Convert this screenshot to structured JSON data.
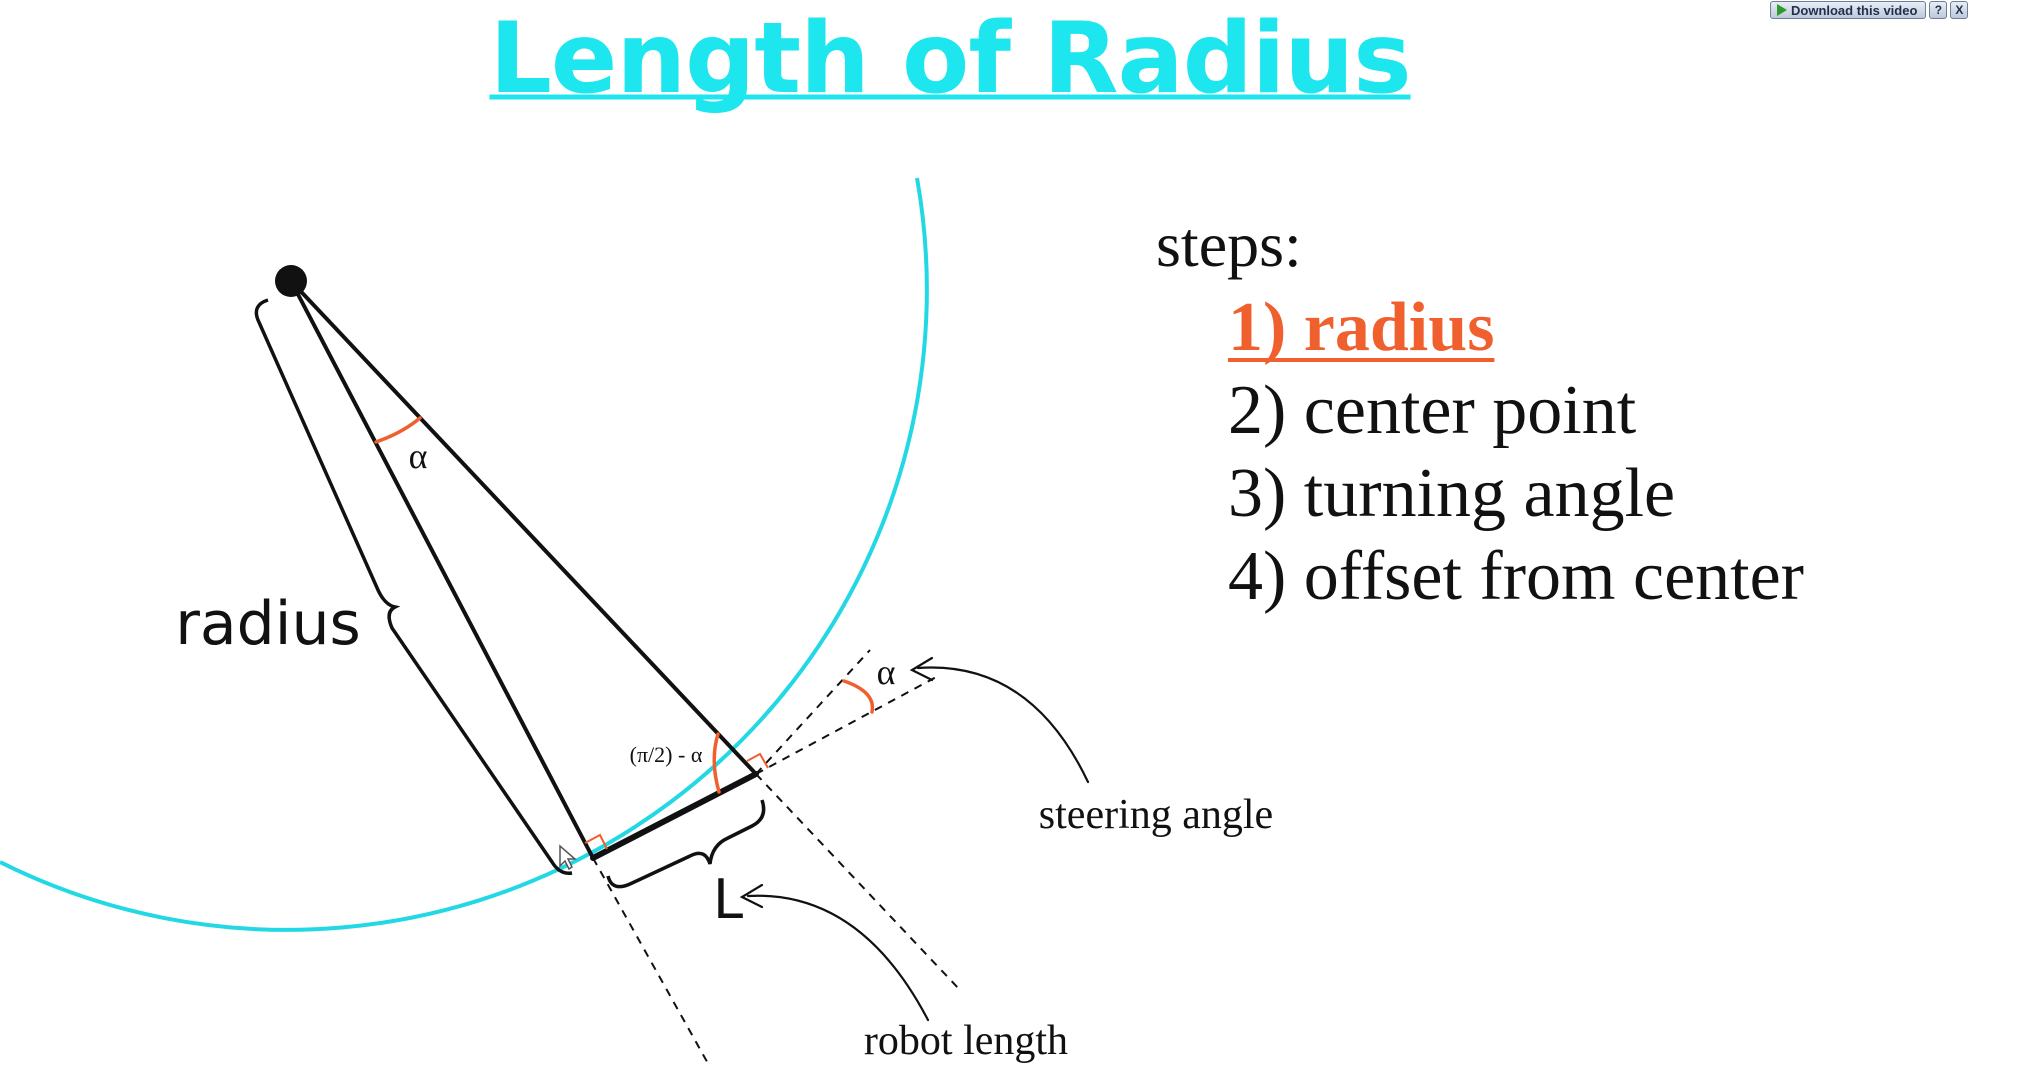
{
  "title": "Length of Radius",
  "colors": {
    "title": "#1de6ef",
    "circle": "#22d8e4",
    "highlight": "#f0602e",
    "ink": "#111111"
  },
  "steps": {
    "heading": "steps:",
    "items": [
      {
        "label": "1) radius",
        "active": true
      },
      {
        "label": "2) center point",
        "active": false
      },
      {
        "label": "3) turning angle",
        "active": false
      },
      {
        "label": "4) offset from center",
        "active": false
      }
    ]
  },
  "diagram": {
    "radius_label": "radius",
    "alpha_top": "α",
    "alpha_steer": "α",
    "complement_label": "(π/2) - α",
    "length_label": "L",
    "steering_label": "steering angle",
    "robot_length_label": "robot length"
  },
  "toolbar": {
    "download_label": "Download this video",
    "help_label": "?",
    "close_label": "X",
    "play_icon": "play-icon"
  }
}
